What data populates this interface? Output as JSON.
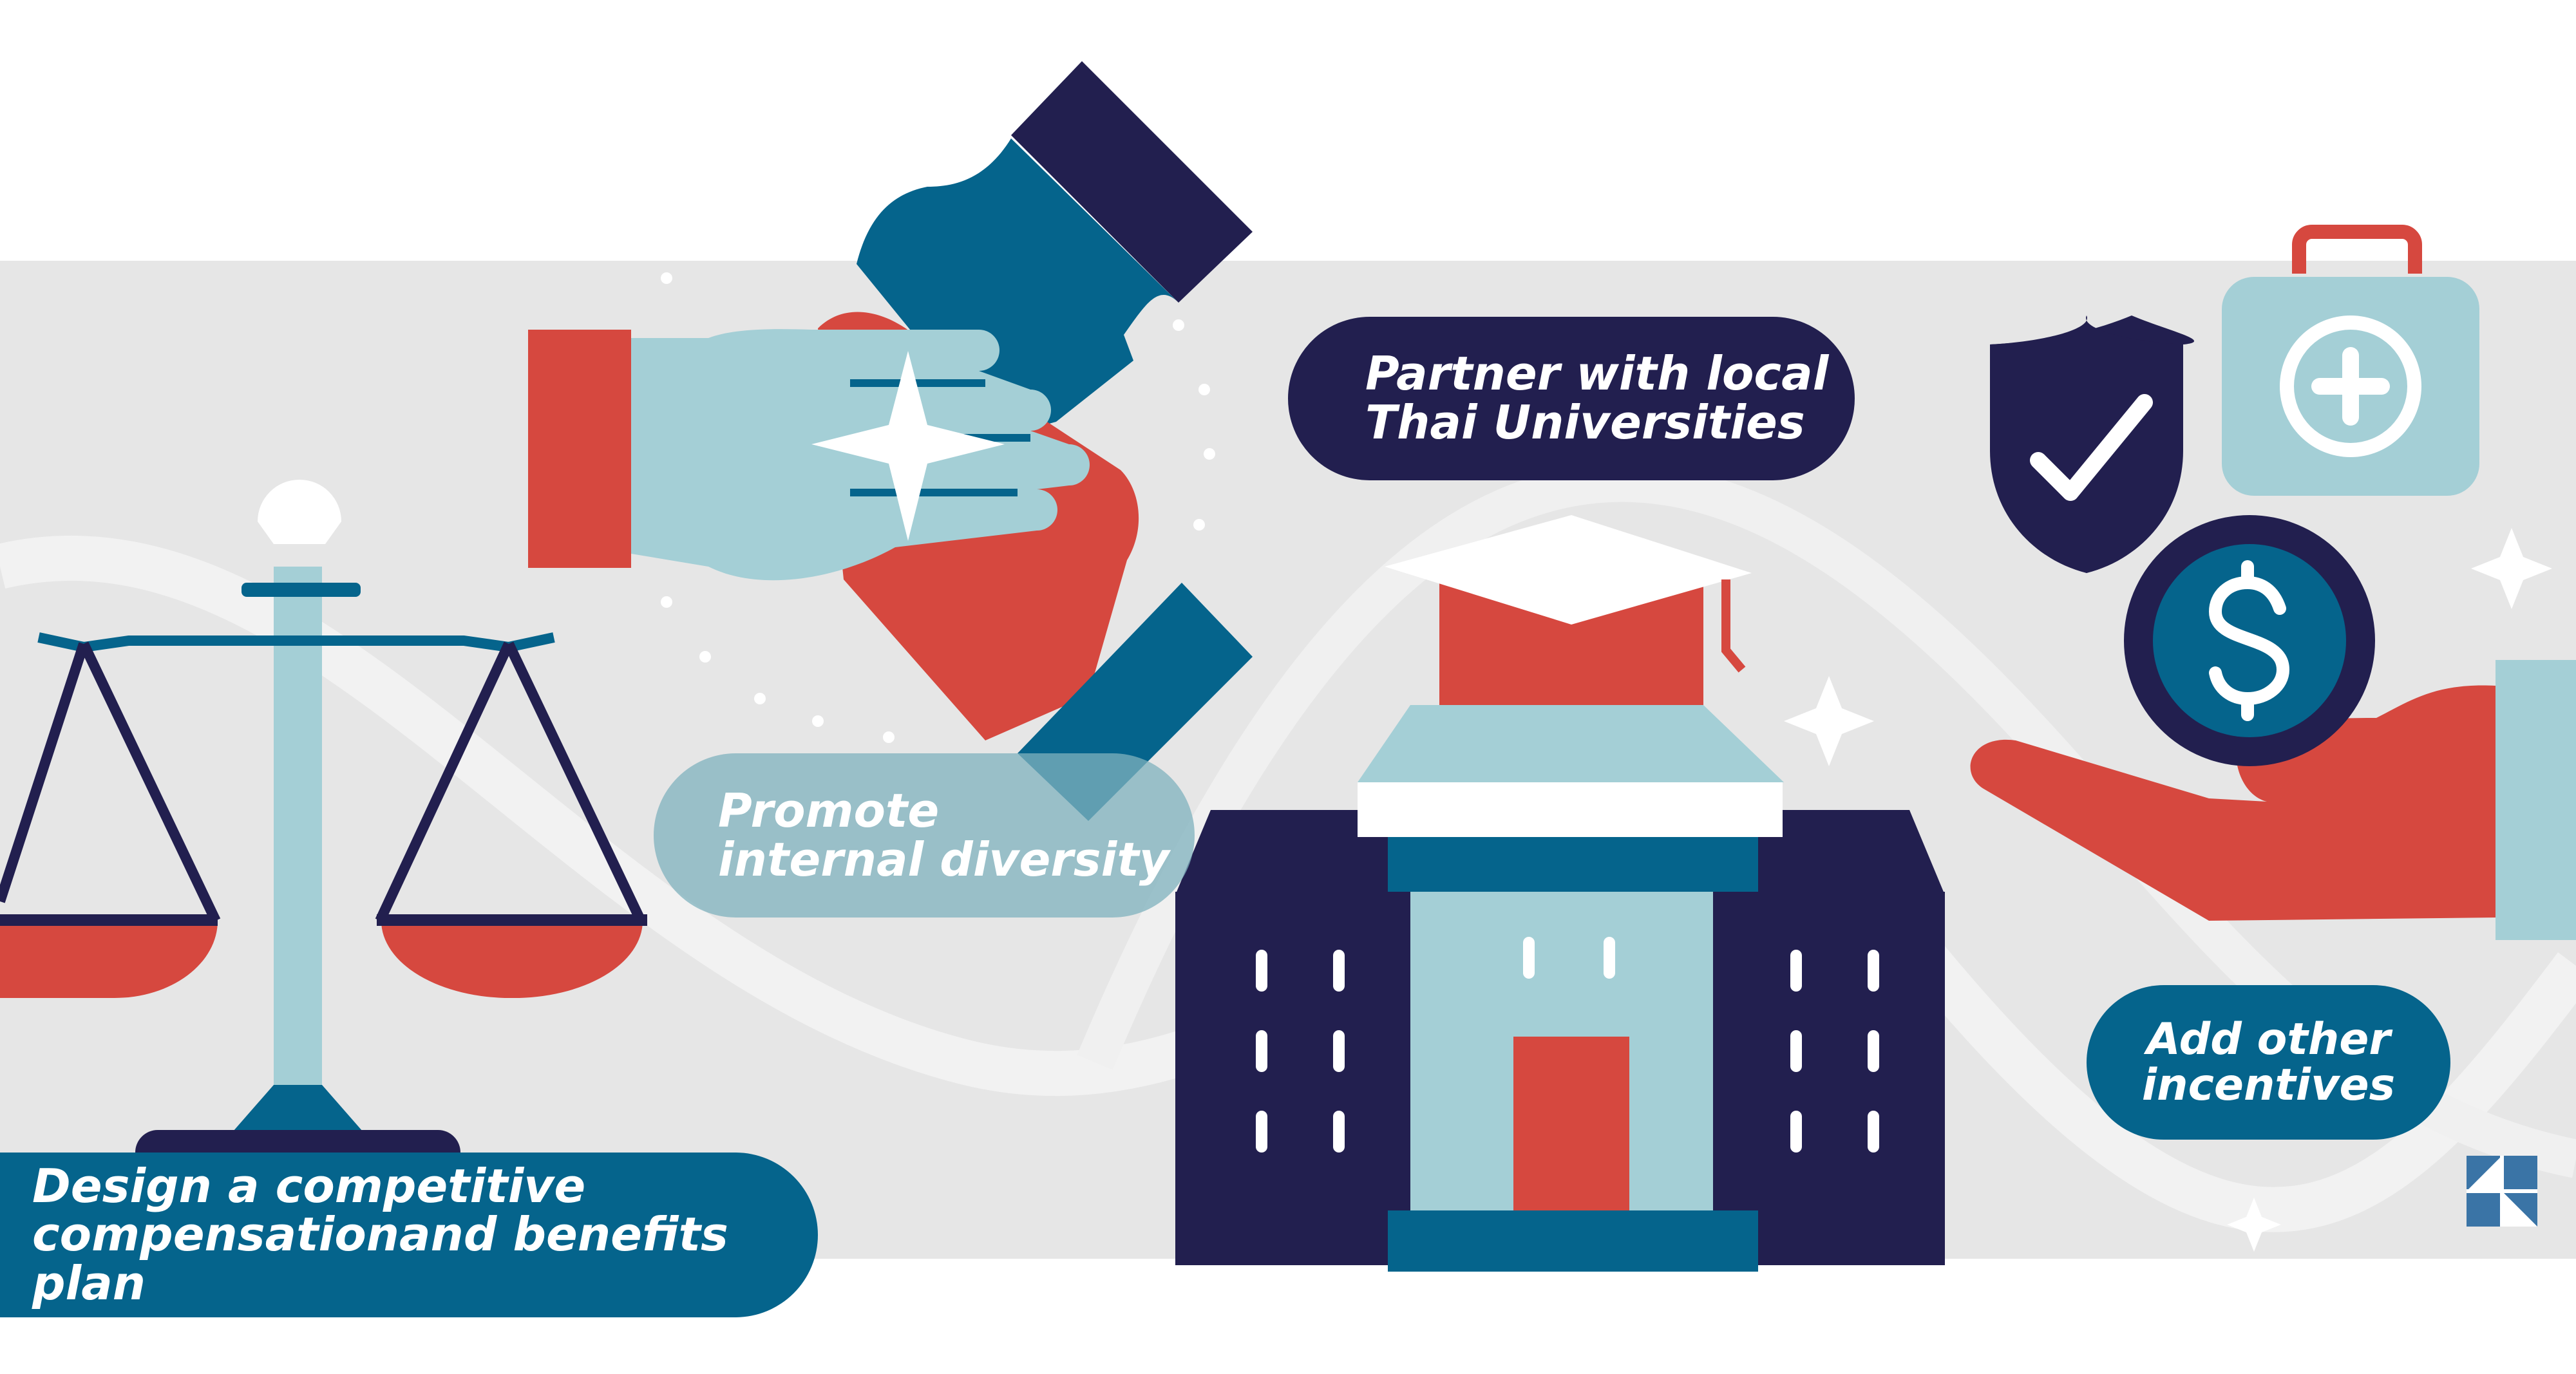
{
  "labels": {
    "compensation": "Design a competitive\ncompensationand benefits plan",
    "diversity": "Promote\ninternal diversity",
    "universities": "Partner with local\nThai Universities",
    "incentives": "Add other\nincentives"
  },
  "icons": [
    "balance-scale-icon",
    "handshake-icon",
    "graduation-building-icon",
    "shield-check-icon",
    "medical-kit-icon",
    "dollar-coin-icon",
    "open-hand-icon",
    "logo-icon"
  ],
  "colors": {
    "navy": "#221f4f",
    "blue": "#05648c",
    "light_blue": "#a4cfd6",
    "red": "#d6483f",
    "band_gray": "#e6e6e6",
    "white": "#ffffff"
  }
}
